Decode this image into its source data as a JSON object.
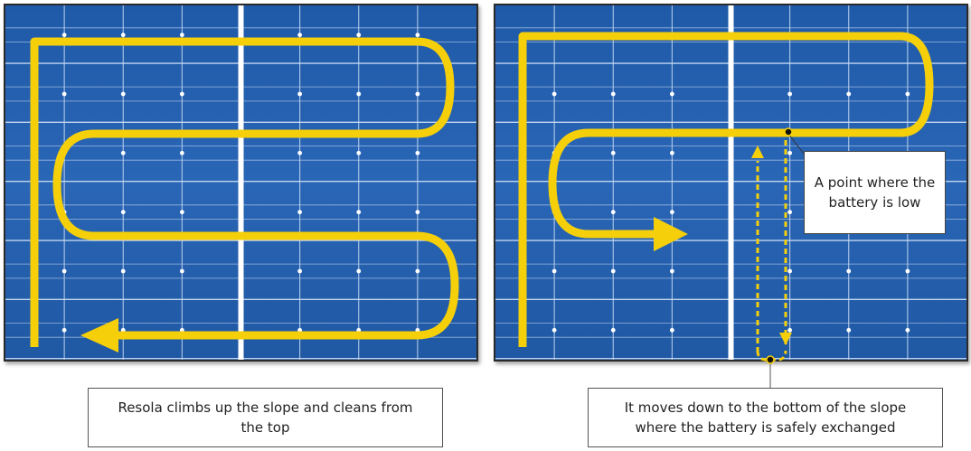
{
  "captions": {
    "left": "Resola climbs up the slope and cleans from the top",
    "right": "It moves down to the bottom of the slope where the battery is safely exchanged"
  },
  "callout": {
    "text": "A point where the battery is low"
  },
  "colors": {
    "path": "#f5cf0a",
    "panel_blue": "#2a66b6",
    "grid": "#c9dbf3",
    "node": "#111111"
  }
}
